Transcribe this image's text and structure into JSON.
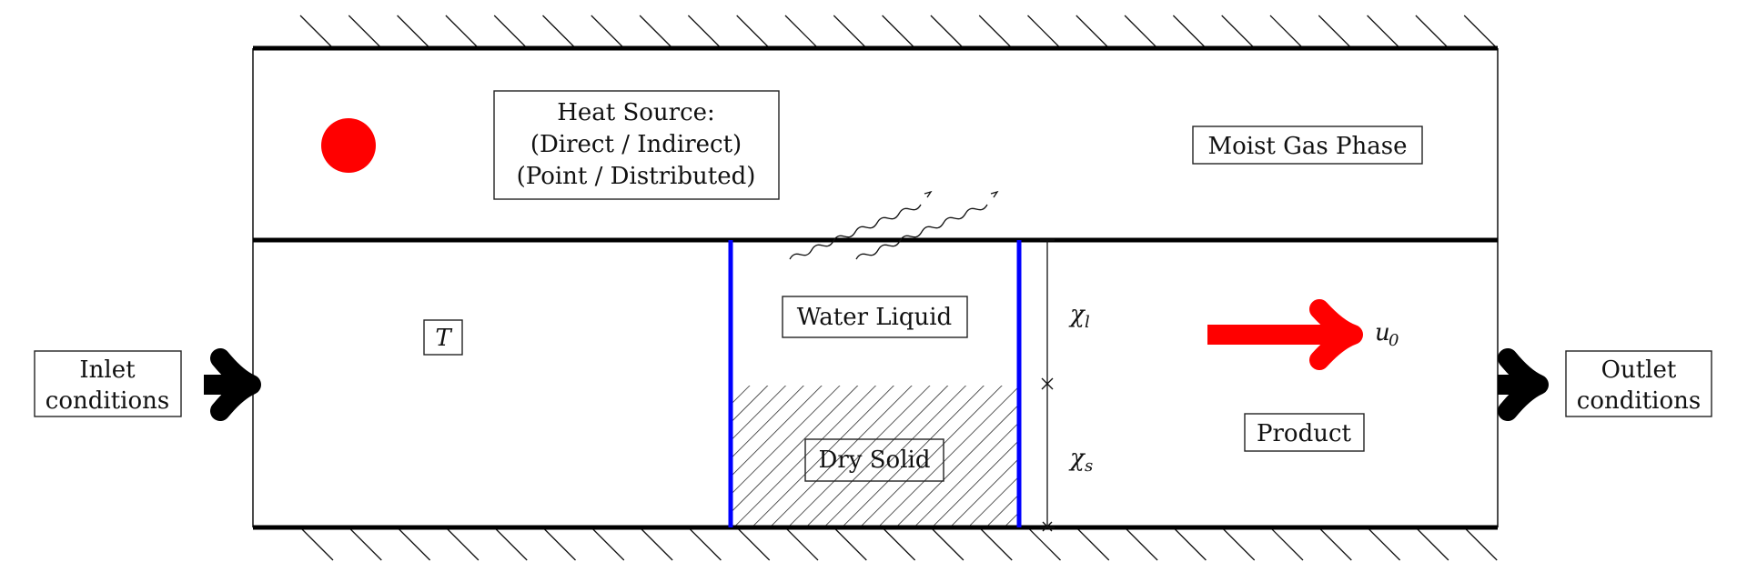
{
  "labels": {
    "heat_source_line1": "Heat Source:",
    "heat_source_line2": "(Direct / Indirect)",
    "heat_source_line3": "(Point / Distributed)",
    "moist_gas": "Moist Gas Phase",
    "temperature": "T",
    "water_liquid": "Water Liquid",
    "dry_solid": "Dry Solid",
    "product": "Product",
    "chi_l_base": "χ",
    "chi_l_sub": "l",
    "chi_s_base": "χ",
    "chi_s_sub": "s",
    "velocity_base": "u",
    "velocity_sub": "0",
    "inlet_line1": "Inlet",
    "inlet_line2": "conditions",
    "outlet_line1": "Outlet",
    "outlet_line2": "conditions"
  },
  "colors": {
    "heat_dot": "#ff0000",
    "flow_arrow": "#ff0000",
    "interface_lines": "#0000ff",
    "walls": "#000000"
  },
  "icons": {
    "heat_dot": "filled-circle",
    "radiation": "wavy-arrows",
    "flow_arrow": "thick-arrow-right",
    "inlet_arrow": "thick-arrow-right",
    "outlet_arrow": "thick-arrow-right"
  }
}
